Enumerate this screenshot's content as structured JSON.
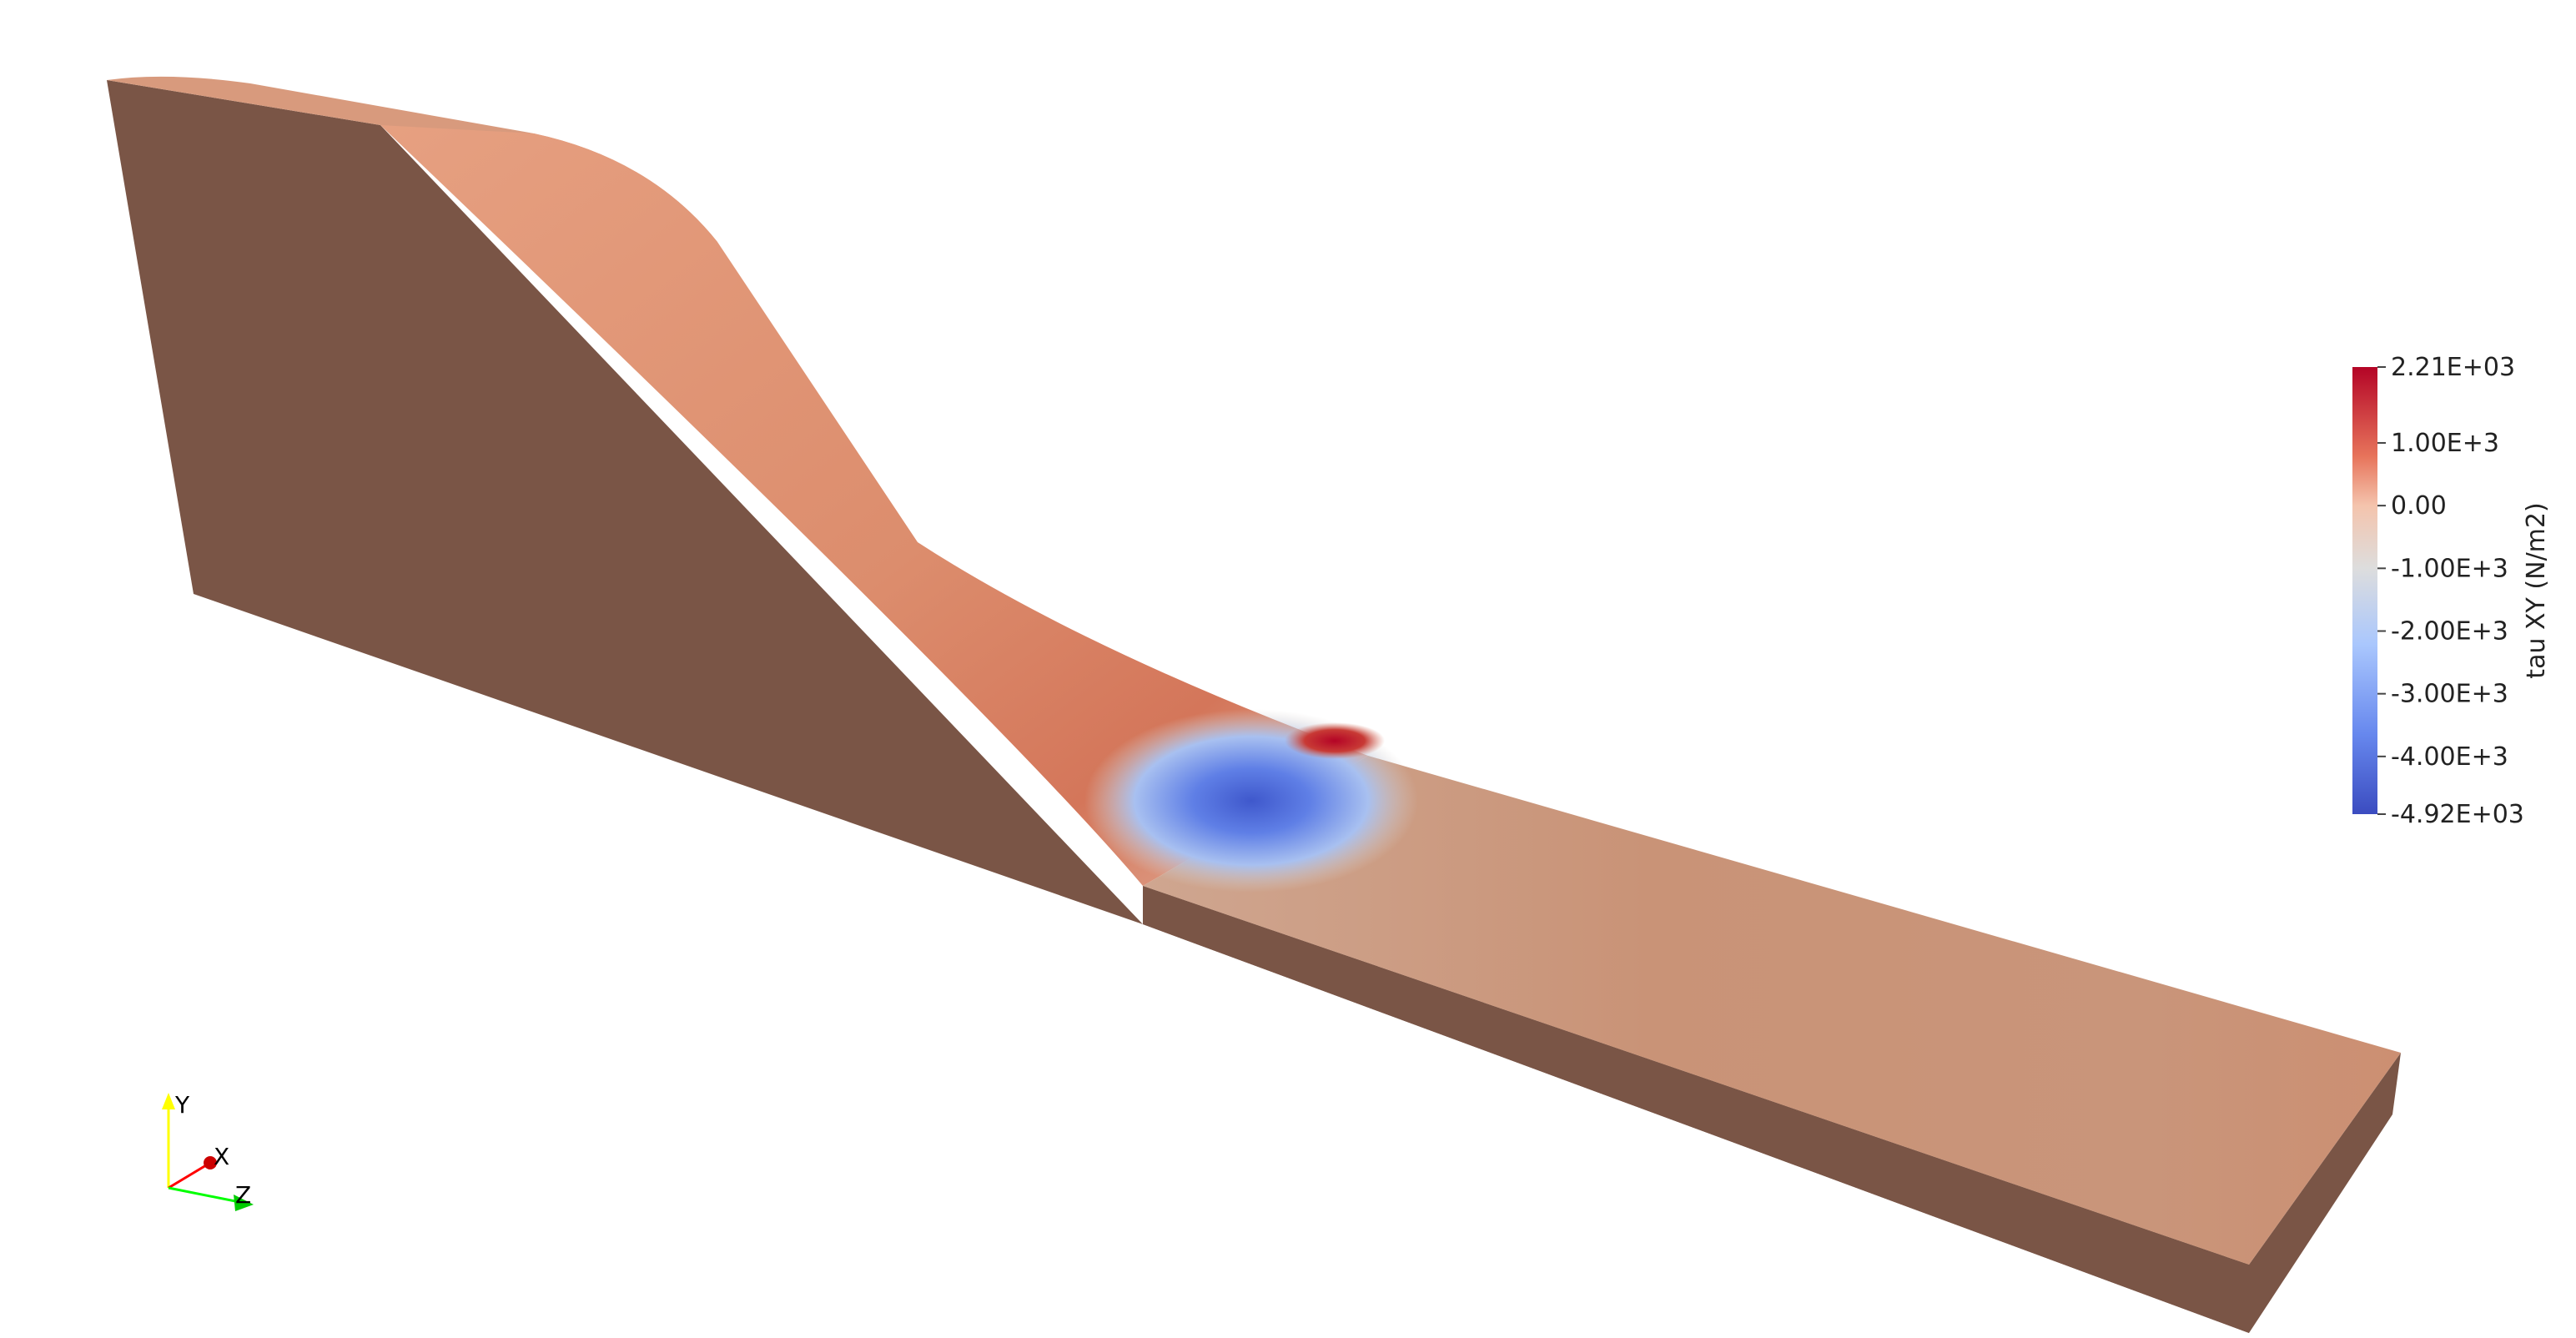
{
  "viewer": {
    "background": "#ffffff",
    "surface_color": "#d18f6f",
    "side_color": "#7a5546"
  },
  "colorbar": {
    "title": "tau XY (N/m2)",
    "ticks": [
      {
        "value": 2210,
        "label": "2.21E+03"
      },
      {
        "value": 1000,
        "label": "1.00E+3"
      },
      {
        "value": 0,
        "label": "0.00"
      },
      {
        "value": -1000,
        "label": "-1.00E+3"
      },
      {
        "value": -2000,
        "label": "-2.00E+3"
      },
      {
        "value": -3000,
        "label": "-3.00E+3"
      },
      {
        "value": -4000,
        "label": "-4.00E+3"
      },
      {
        "value": -4920,
        "label": "-4.92E+03"
      }
    ],
    "range": [
      -4920,
      2210
    ],
    "colors": {
      "max": "#b40426",
      "mid": "#dddddd",
      "min": "#3b4cc0"
    }
  },
  "axes": {
    "y_label": "Y",
    "x_label": "X",
    "z_label": "Z",
    "y_color": "#ffff00",
    "x_color": "#ff0000",
    "z_color": "#00ff00"
  }
}
